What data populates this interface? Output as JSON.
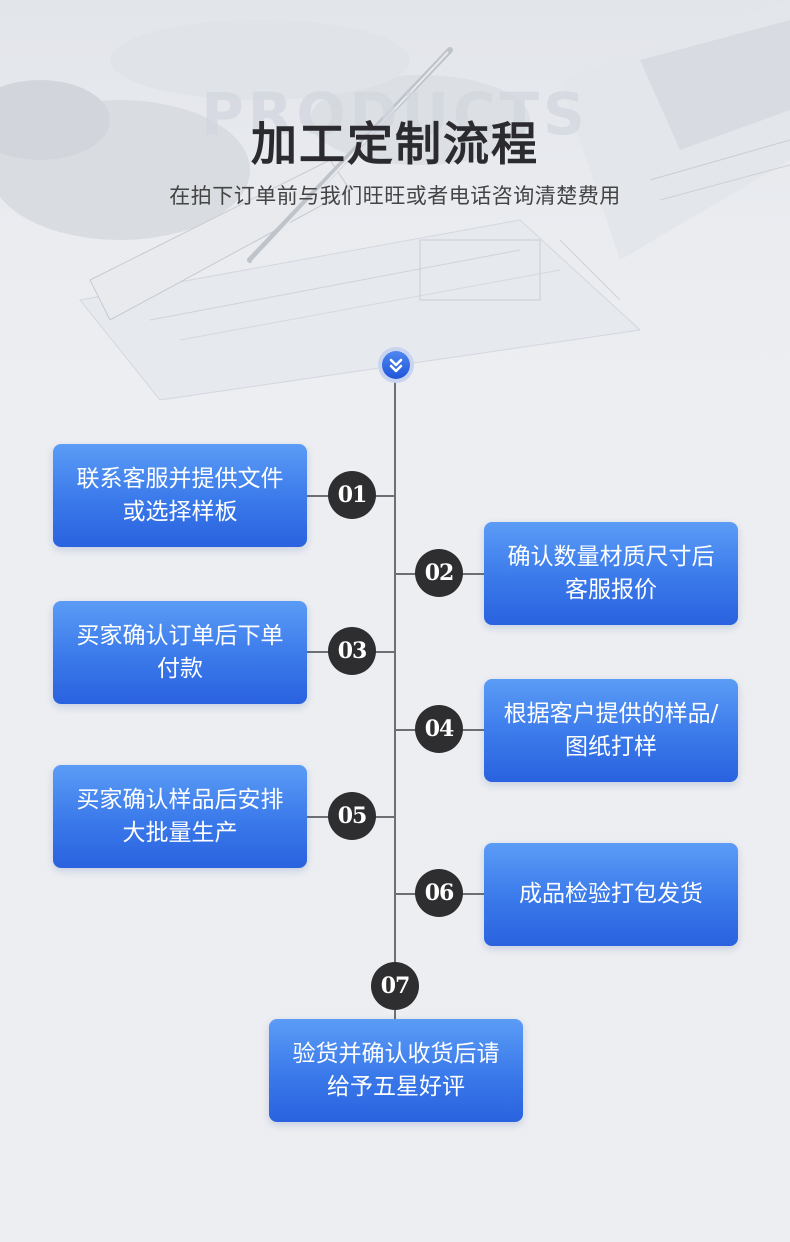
{
  "header": {
    "watermark": "PRODUCTS",
    "title": "加工定制流程",
    "subtitle": "在拍下订单前与我们旺旺或者电话咨询清楚费用"
  },
  "icons": {
    "top": "double-chevron-down-icon"
  },
  "colors": {
    "card_top": "#5b9cf6",
    "card_bottom": "#2a62df",
    "node": "#2e2e30",
    "line": "#6d6f74",
    "title": "#2b2b2f"
  },
  "steps": [
    {
      "number": "01",
      "text": "联系客服并提供文件或选择样板"
    },
    {
      "number": "02",
      "text": "确认数量材质尺寸后客服报价"
    },
    {
      "number": "03",
      "text": "买家确认订单后下单付款"
    },
    {
      "number": "04",
      "text": "根据客户提供的样品/图纸打样"
    },
    {
      "number": "05",
      "text": "买家确认样品后安排大批量生产"
    },
    {
      "number": "06",
      "text": "成品检验打包发货"
    },
    {
      "number": "07",
      "text": "验货并确认收货后请给予五星好评"
    }
  ]
}
